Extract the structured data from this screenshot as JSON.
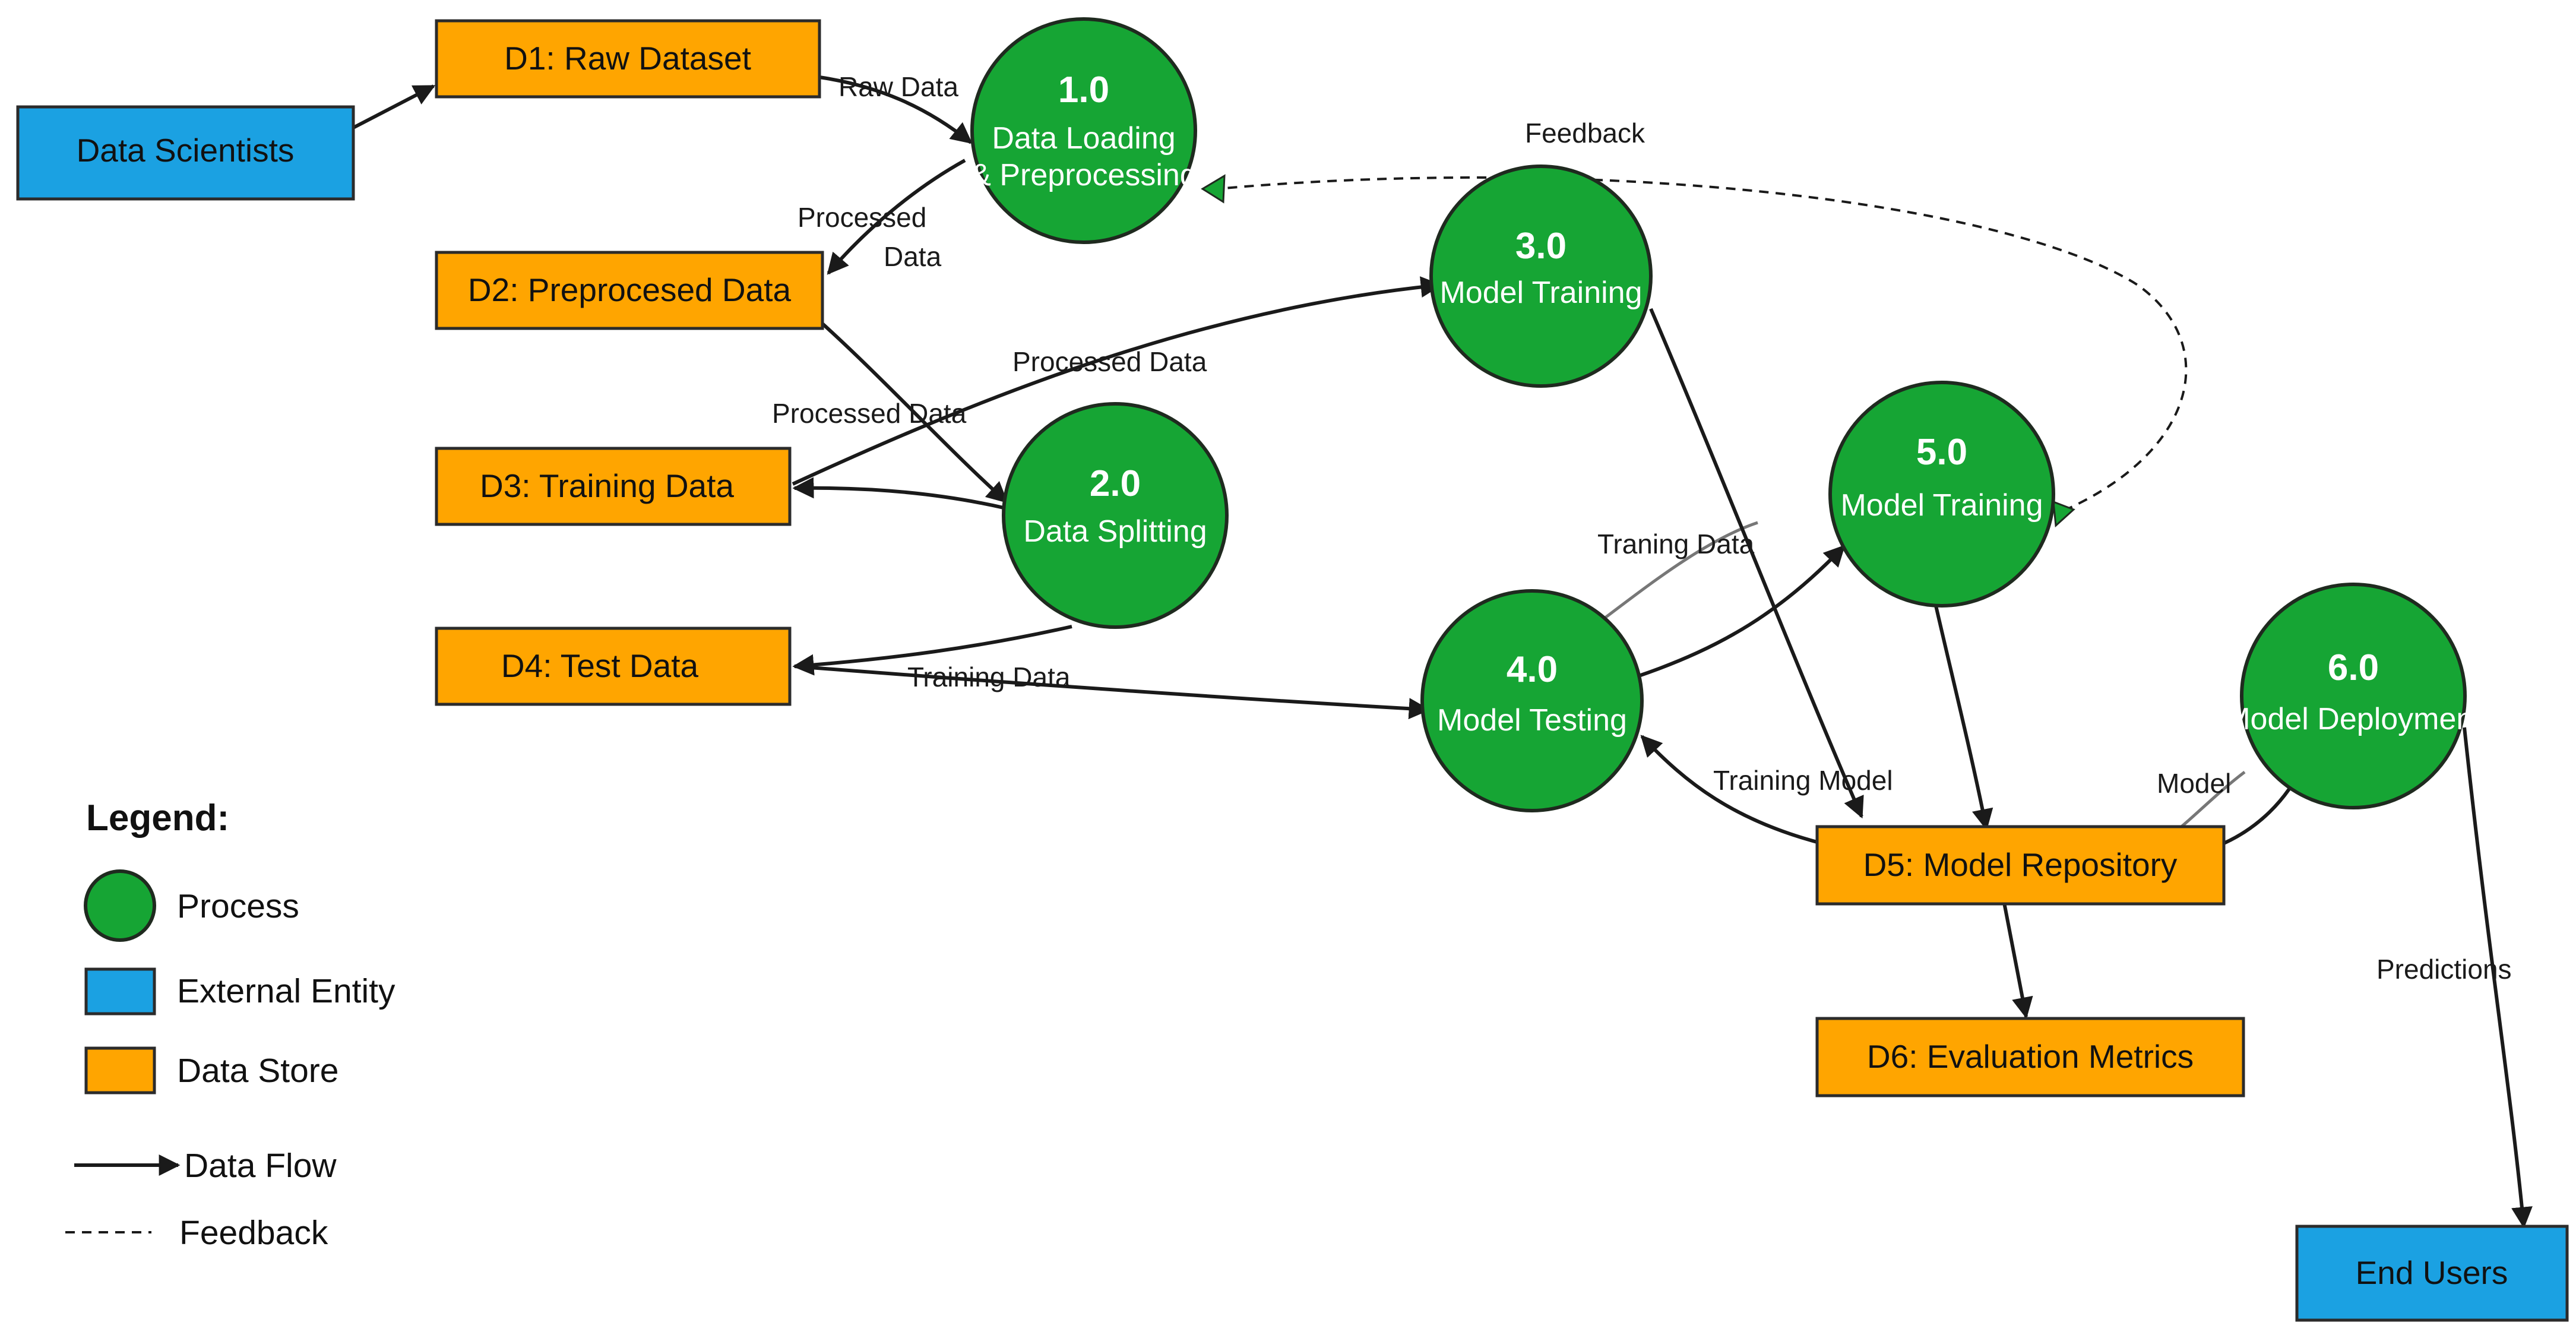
{
  "colors": {
    "process": "#16A534",
    "external_entity": "#1BA1E2",
    "data_store": "#FFA500",
    "flow": "#1a1a1a"
  },
  "entities": {
    "data_scientists": "Data Scientists",
    "end_users": "End Users"
  },
  "stores": {
    "d1": "D1: Raw Dataset",
    "d2": "D2: Preprocesed Data",
    "d3": "D3: Training Data",
    "d4": "D4: Test Data",
    "d5": "D5: Model Repository",
    "d6": "D6: Evaluation Metrics"
  },
  "processes": {
    "p1": {
      "id": "1.0",
      "name_line1": "Data Loading",
      "name_line2": "& Preprocessing"
    },
    "p2": {
      "id": "2.0",
      "name": "Data Splitting"
    },
    "p3": {
      "id": "3.0",
      "name": "Model Training"
    },
    "p4": {
      "id": "4.0",
      "name": "Model Testing"
    },
    "p5": {
      "id": "5.0",
      "name": "Model Training"
    },
    "p6": {
      "id": "6.0",
      "name": "Model Deployment"
    }
  },
  "flows": {
    "raw_data": "Raw Data",
    "processed_data_1_line1": "Processed",
    "processed_data_1_line2": "Data",
    "processed_data_2": "Processed Data",
    "processed_data_3": "Processed Data",
    "training_data_d4": "Training Data",
    "traning_data_45": "Traning Data",
    "training_model": "Training Model",
    "model": "Model",
    "predictions": "Predictions",
    "feedback": "Feedback"
  },
  "legend": {
    "title": "Legend:",
    "process": "Process",
    "external_entity": "External Entity",
    "data_store": "Data Store",
    "data_flow": "Data Flow",
    "feedback": "Feedback"
  }
}
